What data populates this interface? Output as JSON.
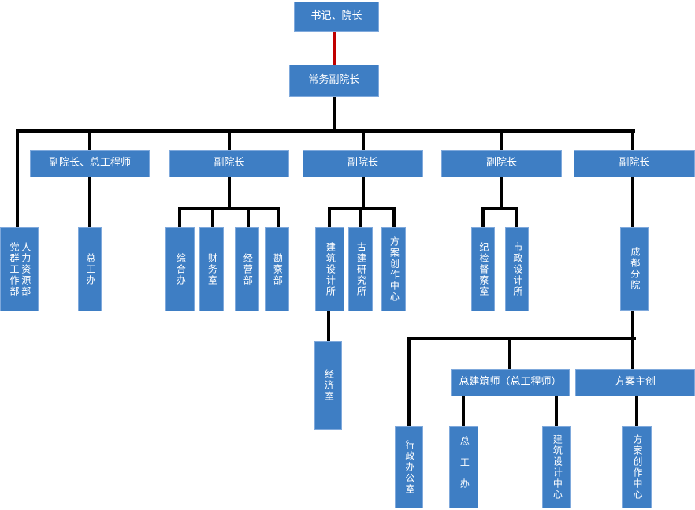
{
  "diagram": {
    "type": "org-chart",
    "palette": {
      "node_fill": "#3E7EC4",
      "node_border": "#7FA9DC",
      "node_text": "#FFFFFF",
      "connector": "#000000",
      "special_connector": "#C00000"
    },
    "nodes": {
      "president": {
        "label": "书记、院长"
      },
      "exec_vp": {
        "label": "常务副院长"
      },
      "vp_chief_engineer": {
        "label": "副院长、总工程师"
      },
      "vp1": {
        "label": "副院长"
      },
      "vp2": {
        "label": "副院长"
      },
      "vp3": {
        "label": "副院长"
      },
      "vp4": {
        "label": "副院长"
      },
      "party_mass_hr": {
        "labels": [
          "党群工作部",
          "人力资源部"
        ]
      },
      "chief_eng_office": {
        "label": "总工办"
      },
      "general_office": {
        "label": "综合办"
      },
      "finance_office": {
        "label": "财务室"
      },
      "operations_dept": {
        "label": "经营部"
      },
      "survey_dept": {
        "label": "勘察部"
      },
      "arch_design_institute": {
        "label": "建筑设计所"
      },
      "ancient_arch_institute": {
        "label": "古建研究所"
      },
      "scheme_creation_center": {
        "label": "方案创作中心"
      },
      "discipline_office": {
        "label": "纪检督察室"
      },
      "municipal_design_institute": {
        "label": "市政设计所"
      },
      "chengdu_branch": {
        "label": "成都分院"
      },
      "economy_office": {
        "label": "经济室"
      },
      "chief_architect": {
        "label": "总建筑师（总工程师）"
      },
      "scheme_lead": {
        "label": "方案主创"
      },
      "admin_office": {
        "label": "行政办公室"
      },
      "branch_chief_eng_office": {
        "label": "总工办"
      },
      "branch_arch_design_center": {
        "label": "建筑设计中心"
      },
      "branch_scheme_creation_center": {
        "label": "方案创作中心"
      }
    },
    "edges": [
      {
        "from": "president",
        "to": "exec_vp",
        "color": "#C00000"
      },
      {
        "from": "exec_vp",
        "to": "party_mass_hr",
        "color": "#000000"
      },
      {
        "from": "exec_vp",
        "to": "vp_chief_engineer",
        "color": "#000000"
      },
      {
        "from": "exec_vp",
        "to": "vp1",
        "color": "#000000"
      },
      {
        "from": "exec_vp",
        "to": "vp2",
        "color": "#000000"
      },
      {
        "from": "exec_vp",
        "to": "vp3",
        "color": "#000000"
      },
      {
        "from": "exec_vp",
        "to": "vp4",
        "color": "#000000"
      },
      {
        "from": "vp_chief_engineer",
        "to": "chief_eng_office",
        "color": "#000000"
      },
      {
        "from": "vp1",
        "to": "general_office",
        "color": "#000000"
      },
      {
        "from": "vp1",
        "to": "finance_office",
        "color": "#000000"
      },
      {
        "from": "vp1",
        "to": "operations_dept",
        "color": "#000000"
      },
      {
        "from": "vp1",
        "to": "survey_dept",
        "color": "#000000"
      },
      {
        "from": "vp2",
        "to": "arch_design_institute",
        "color": "#000000"
      },
      {
        "from": "vp2",
        "to": "ancient_arch_institute",
        "color": "#000000"
      },
      {
        "from": "vp2",
        "to": "scheme_creation_center",
        "color": "#000000"
      },
      {
        "from": "arch_design_institute",
        "to": "economy_office",
        "color": "#000000"
      },
      {
        "from": "vp3",
        "to": "discipline_office",
        "color": "#000000"
      },
      {
        "from": "vp3",
        "to": "municipal_design_institute",
        "color": "#000000"
      },
      {
        "from": "vp4",
        "to": "chengdu_branch",
        "color": "#000000"
      },
      {
        "from": "chengdu_branch",
        "to": "admin_office",
        "color": "#000000"
      },
      {
        "from": "chengdu_branch",
        "to": "chief_architect",
        "color": "#000000"
      },
      {
        "from": "chengdu_branch",
        "to": "scheme_lead",
        "color": "#000000"
      },
      {
        "from": "chief_architect",
        "to": "branch_chief_eng_office",
        "color": "#000000"
      },
      {
        "from": "chief_architect",
        "to": "branch_arch_design_center",
        "color": "#000000"
      },
      {
        "from": "scheme_lead",
        "to": "branch_scheme_creation_center",
        "color": "#000000"
      }
    ]
  }
}
